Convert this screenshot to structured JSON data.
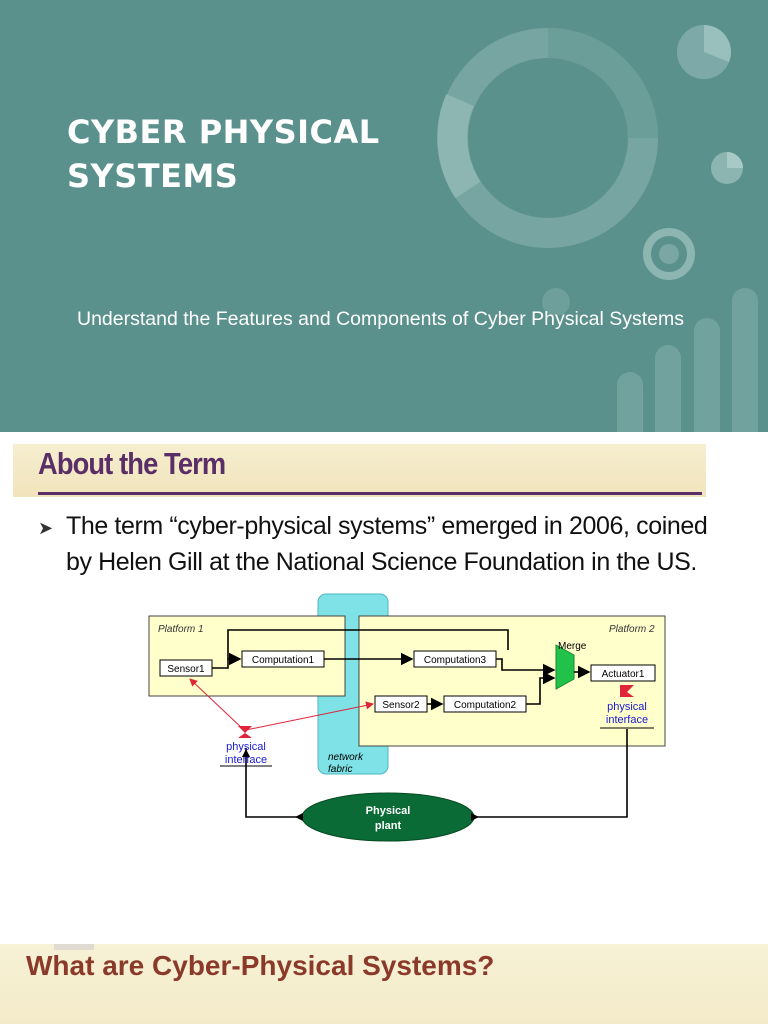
{
  "slide1": {
    "title": "CYBER PHYSICAL SYSTEMS",
    "subtitle_main": "Understand the Features and Components of Cyber Physical Systems",
    "background_color": "#5b918d"
  },
  "slide2": {
    "heading": "About the Term",
    "bullet_icon": "arrow-bullet-icon",
    "bullet_text": "The term “cyber-physical systems” emerged in 2006, coined by Helen Gill at the National Science Foundation in the US.",
    "diagram": {
      "platform1": "Platform 1",
      "platform2": "Platform 2",
      "sensor1": "Sensor1",
      "sensor2": "Sensor2",
      "computation1": "Computation1",
      "computation2": "Computation2",
      "computation3": "Computation3",
      "merge": "Merge",
      "actuator1": "Actuator1",
      "physical_interface_line1": "physical",
      "physical_interface_line2": "interface",
      "network_line1": "network",
      "network_line2": "fabric",
      "plant_line1": "Physical",
      "plant_line2": "plant"
    }
  },
  "slide3": {
    "heading": "What are Cyber-Physical Systems?"
  }
}
